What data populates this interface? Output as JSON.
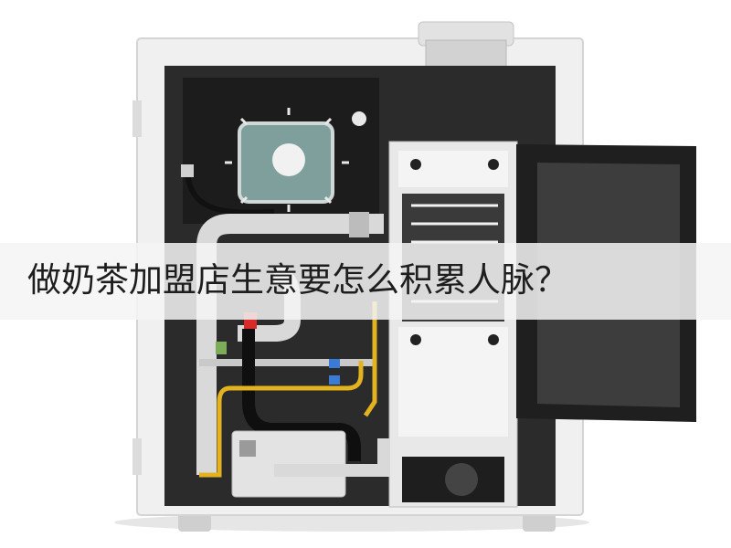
{
  "banner": {
    "title": "做奶茶加盟店生意要怎么积累人脉？"
  },
  "colors": {
    "cabinet_frame": "#f0f0f0",
    "cabinet_interior": "#2b2b2b",
    "door_screen": "#3d3d3d",
    "pipe": "#d9d9d9",
    "gas_line": "#e3b21f",
    "valve": "#d92a2a",
    "panel": "#7e9f9b",
    "banner_bg": "#f5f5f5",
    "text": "#1e1e1e"
  },
  "icons": [
    "dial-plate",
    "fan-grille",
    "chimney",
    "valve"
  ]
}
